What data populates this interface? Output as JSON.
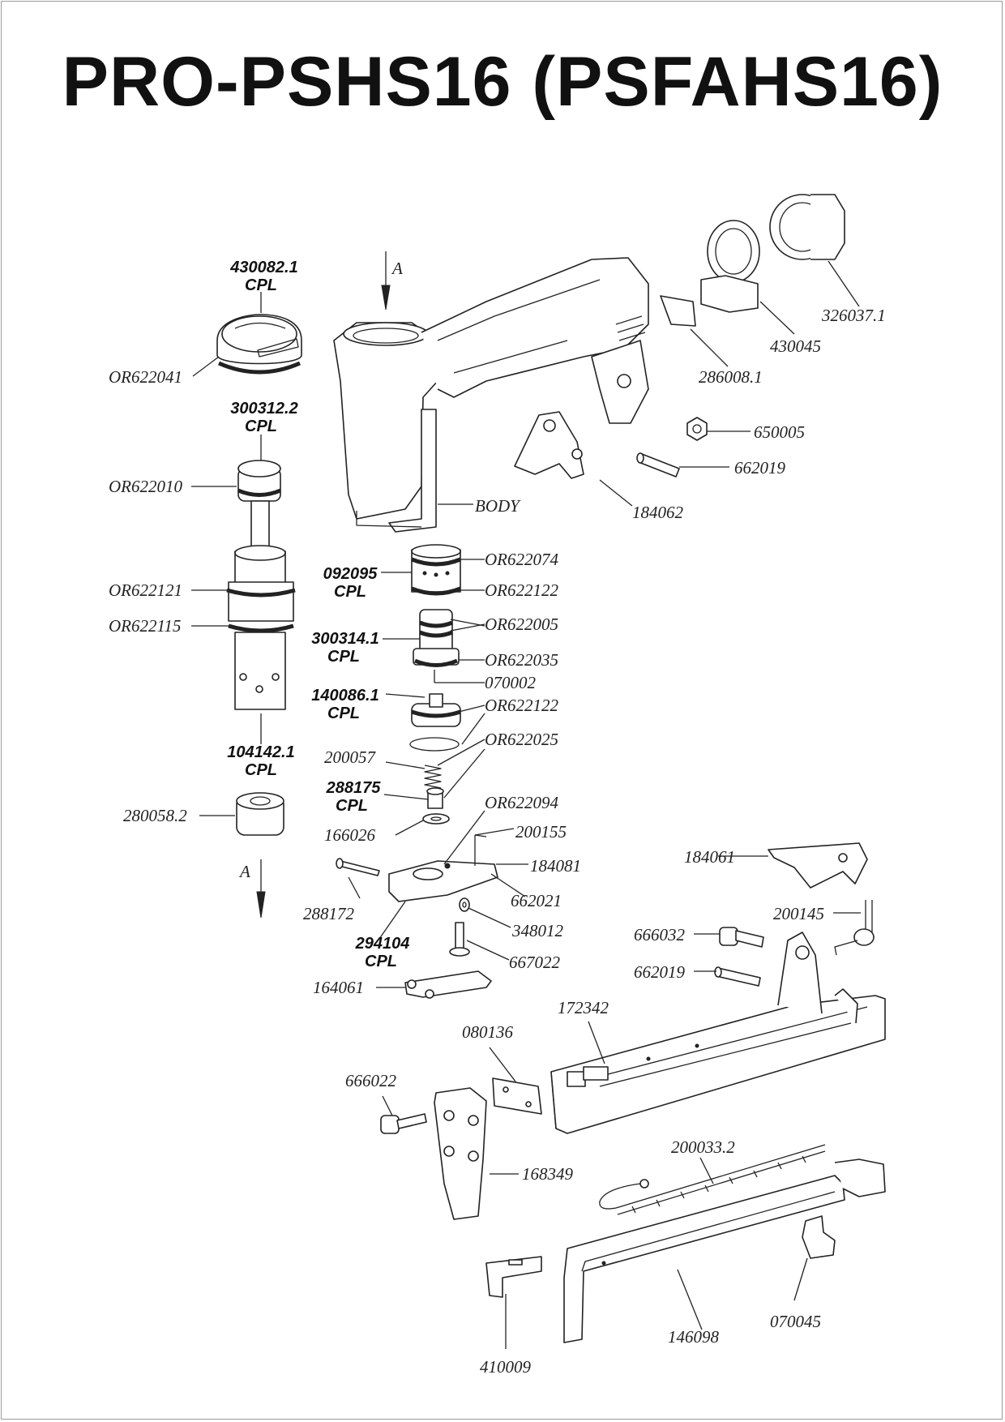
{
  "title": "PRO-PSHS16 (PSFAHS16)",
  "arrows": {
    "top_label": "A",
    "bottom_label": "A"
  },
  "labels": {
    "p430082_1": "430082.1",
    "p300312_2": "300312.2",
    "p092095": "092095",
    "p300314_1": "300314.1",
    "p140086_1": "140086.1",
    "p104142_1": "104142.1",
    "p288175": "288175",
    "p294104": "294104",
    "cpl": "CPL",
    "OR622041": "OR622041",
    "OR622010": "OR622010",
    "OR622121": "OR622121",
    "OR622115": "OR622115",
    "p280058_2": "280058.2",
    "OR622074": "OR622074",
    "OR622122a": "OR622122",
    "OR622005": "OR622005",
    "OR622035": "OR622035",
    "p070002": "070002",
    "OR622122b": "OR622122",
    "OR622025": "OR622025",
    "p200057": "200057",
    "p166026": "166026",
    "OR622094": "OR622094",
    "p200155": "200155",
    "p184081": "184081",
    "p662021": "662021",
    "p288172": "288172",
    "p348012": "348012",
    "p667022": "667022",
    "p164061": "164061",
    "body": "BODY",
    "p326037_1": "326037.1",
    "p430045": "430045",
    "p286008_1": "286008.1",
    "p650005": "650005",
    "p662019a": "662019",
    "p184062": "184062",
    "p184061": "184061",
    "p200145": "200145",
    "p666032": "666032",
    "p662019b": "662019",
    "p172342": "172342",
    "p080136": "080136",
    "p666022": "666022",
    "p168349": "168349",
    "p200033_2": "200033.2",
    "p070045": "070045",
    "p146098": "146098",
    "p410009": "410009"
  }
}
